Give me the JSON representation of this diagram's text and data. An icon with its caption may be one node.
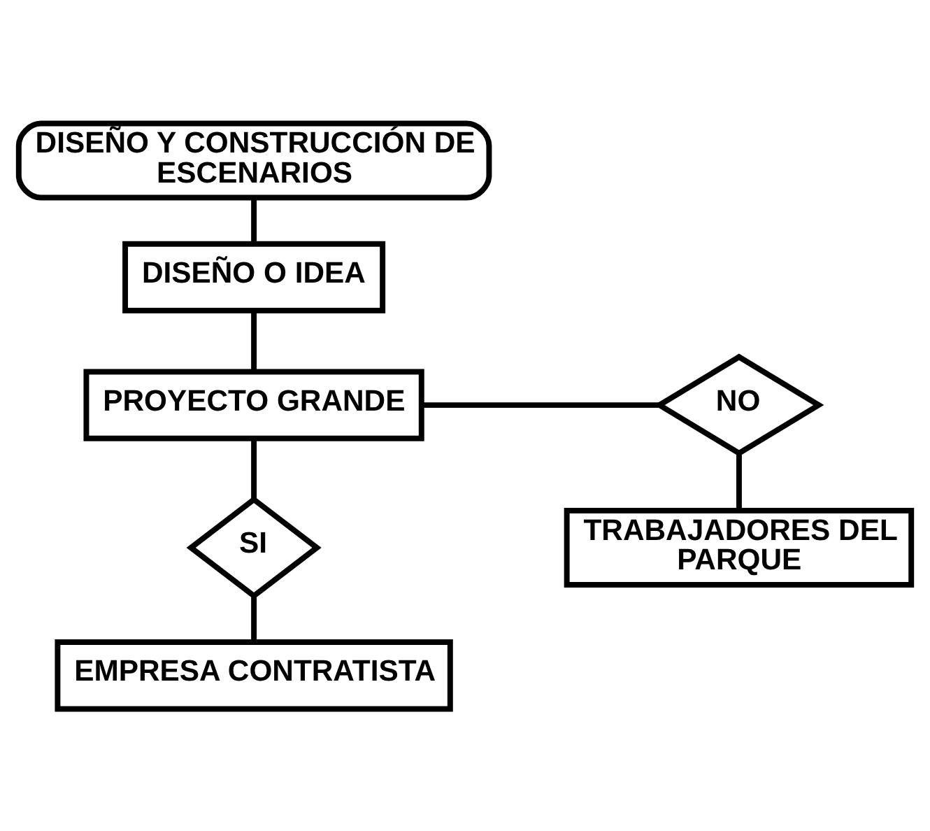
{
  "diagram": {
    "nodes": [
      {
        "text": [
          "DISEÑO Y CONSTRUCCIÓN DE ESCENARIOS"
        ]
      },
      {
        "text": [
          "DISEÑO O IDEA"
        ]
      },
      {
        "text": [
          "PROYECTO GRANDE"
        ]
      },
      {
        "text": [
          "NO"
        ]
      },
      {
        "text": [
          "TRABAJADORES DEL PARQUE"
        ]
      },
      {
        "text": [
          "SI"
        ]
      },
      {
        "text": [
          "EMPRESA CONTRATISTA"
        ]
      }
    ],
    "edges": [
      {
        "from": 0,
        "to": 1,
        "arrow": "none"
      },
      {
        "from": 1,
        "to": 2,
        "arrow": "none"
      },
      {
        "from": 2,
        "to": 3,
        "arrow": "none"
      },
      {
        "from": 3,
        "to": 4,
        "arrow": "none"
      },
      {
        "from": 2,
        "to": 5,
        "arrow": "none"
      },
      {
        "from": 5,
        "to": 6,
        "arrow": "none"
      }
    ]
  }
}
